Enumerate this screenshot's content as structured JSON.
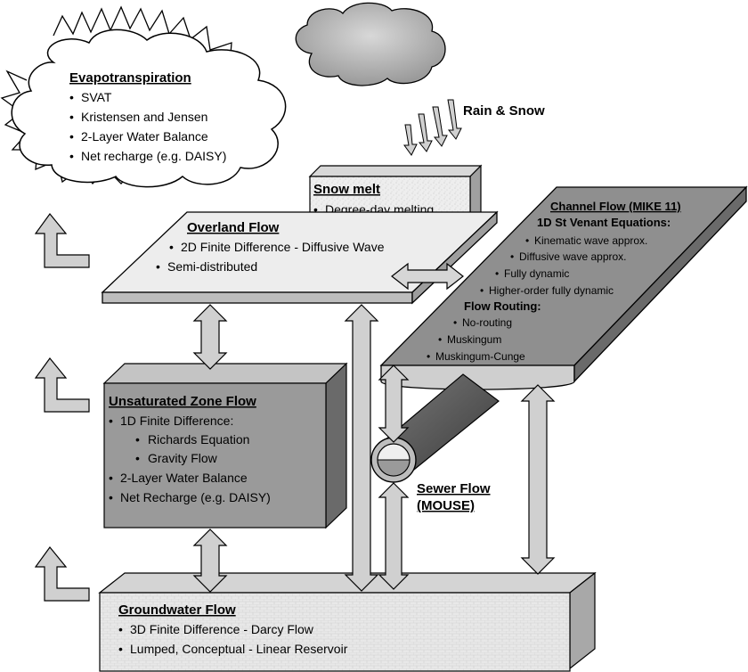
{
  "evapotranspiration": {
    "title": "Evapotranspiration",
    "items": [
      "SVAT",
      "Kristensen and Jensen",
      "2-Layer Water Balance",
      "Net recharge (e.g. DAISY)"
    ]
  },
  "rain_snow": {
    "label": "Rain & Snow"
  },
  "snow_melt": {
    "title": "Snow melt",
    "items": [
      "Degree-day melting"
    ]
  },
  "overland_flow": {
    "title": "Overland Flow",
    "items": [
      "2D Finite Difference - Diffusive Wave",
      "Semi-distributed"
    ]
  },
  "channel_flow": {
    "title": "Channel Flow (MIKE 11)",
    "subtitle": "1D St Venant Equations:",
    "items": [
      "Kinematic wave approx.",
      "Diffusive wave approx.",
      "Fully dynamic",
      "Higher-order fully dynamic"
    ],
    "routing_title": "Flow Routing:",
    "routing_items": [
      "No-routing",
      "Muskingum",
      "Muskingum-Cunge"
    ]
  },
  "unsaturated_zone": {
    "title": "Unsaturated Zone Flow",
    "item1": "1D Finite Difference:",
    "sub_items": [
      "Richards Equation",
      "Gravity Flow"
    ],
    "items_after": [
      "2-Layer Water Balance",
      "Net Recharge (e.g. DAISY)"
    ]
  },
  "sewer_flow": {
    "title_line1": "Sewer Flow",
    "title_line2": "(MOUSE)"
  },
  "groundwater_flow": {
    "title": "Groundwater Flow",
    "items": [
      "3D Finite Difference - Darcy Flow",
      "Lumped, Conceptual - Linear Reservoir"
    ]
  },
  "bullet": "•",
  "colors": {
    "cloud_gray": "#b4b4b4",
    "overland": "#e8e8e8",
    "unsat_front": "#9a9a9a",
    "unsat_side": "#6a6a6a",
    "channel": "#8f8f8f",
    "groundwater": "#e4e4e4",
    "arrow_fill": "#c8c8c8",
    "pipe": "#5a5a5a"
  }
}
